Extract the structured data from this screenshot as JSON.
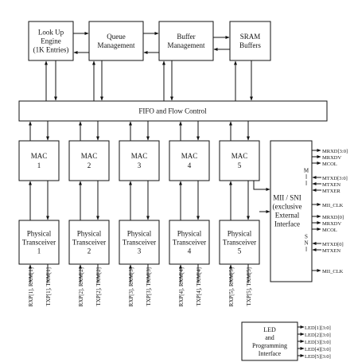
{
  "blocks": {
    "lookup": [
      "Look Up",
      "Engine",
      "(1K Entries)"
    ],
    "queue": [
      "Queue",
      "Management"
    ],
    "buffer": [
      "Buffer",
      "Management"
    ],
    "sram": [
      "SRAM",
      "Buffers"
    ],
    "fifo": [
      "FIFO and Flow Control"
    ],
    "mii_sni": [
      "MII / SNI",
      "(exclusive",
      "External",
      "Interface"
    ],
    "led": [
      "LED",
      "and",
      "Programming",
      "Interface"
    ]
  },
  "mac_ports": [
    {
      "mac": [
        "MAC",
        "1"
      ],
      "phy": [
        "Physical",
        "Transceiver",
        "1"
      ],
      "rx": "RXP[1], RXM[1]",
      "tx": "TXP[1], TXM[1]"
    },
    {
      "mac": [
        "MAC",
        "2"
      ],
      "phy": [
        "Physical",
        "Transceiver",
        "2"
      ],
      "rx": "RXP[2], RXM[2]",
      "tx": "TXP[2], TXM[2]"
    },
    {
      "mac": [
        "MAC",
        "3"
      ],
      "phy": [
        "Physical",
        "Transceiver",
        "3"
      ],
      "rx": "RXP[3], RXM[3]",
      "tx": "TXP[3], TXM[3]"
    },
    {
      "mac": [
        "MAC",
        "4"
      ],
      "phy": [
        "Physical",
        "Transceiver",
        "4"
      ],
      "rx": "RXP[4], RXM[4]",
      "tx": "TXP[4], TXM[4]"
    },
    {
      "mac": [
        "MAC",
        "5"
      ],
      "phy": [
        "Physical",
        "Transceiver",
        "5"
      ],
      "rx": "RXP[5], RXM[5]",
      "tx": "TXP[5], TXM[5]"
    }
  ],
  "mii_label": [
    "M",
    "I",
    "I"
  ],
  "sni_label": [
    "S",
    "N",
    "I"
  ],
  "mii_signals": [
    {
      "name": "MRXD[3:0]",
      "dir": "out"
    },
    {
      "name": "MRXDV",
      "dir": "out"
    },
    {
      "name": "MCOL",
      "dir": "out"
    },
    {
      "name": "MTXD[3:0]",
      "dir": "in"
    },
    {
      "name": "MTXEN",
      "dir": "in"
    },
    {
      "name": "MTXER",
      "dir": "in"
    },
    {
      "name": "MII_CLK",
      "dir": "out"
    }
  ],
  "sni_signals": [
    {
      "name": "MRXD[0]",
      "dir": "out"
    },
    {
      "name": "MRXDV",
      "dir": "out"
    },
    {
      "name": "MCOL",
      "dir": "out"
    },
    {
      "name": "MTXD[0]",
      "dir": "in"
    },
    {
      "name": "MTXEN",
      "dir": "in"
    },
    {
      "name": "MII_CLK",
      "dir": "out"
    }
  ],
  "led_signals": [
    "LED[1][3:0]",
    "LED[2][3:0]",
    "LED[3][3:0]",
    "LED[4][3:0]",
    "LED[5][3:0]"
  ],
  "colors": {
    "stroke": "#111111",
    "background": "#ffffff"
  }
}
